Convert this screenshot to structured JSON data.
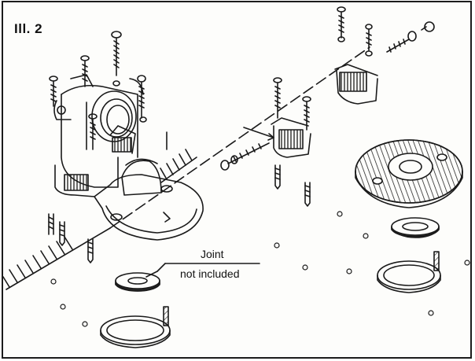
{
  "figure": {
    "title": "Ill. 2",
    "callout": {
      "line1": "Joint",
      "line2": "not included"
    }
  }
}
